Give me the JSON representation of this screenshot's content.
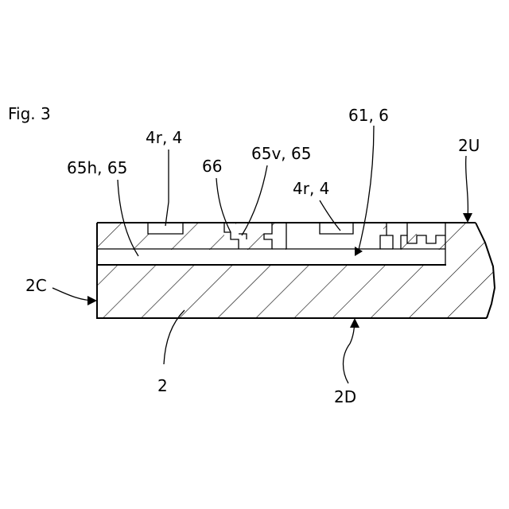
{
  "figure_title": "Fig. 3",
  "labels": {
    "l_4r_4_a": "4r, 4",
    "l_65h_65": "65h, 65",
    "l_66": "66",
    "l_65v_65": "65v, 65",
    "l_4r_4_b": "4r, 4",
    "l_61_6": "61, 6",
    "l_2U": "2U",
    "l_2C": "2C",
    "l_2": "2",
    "l_2D": "2D"
  }
}
